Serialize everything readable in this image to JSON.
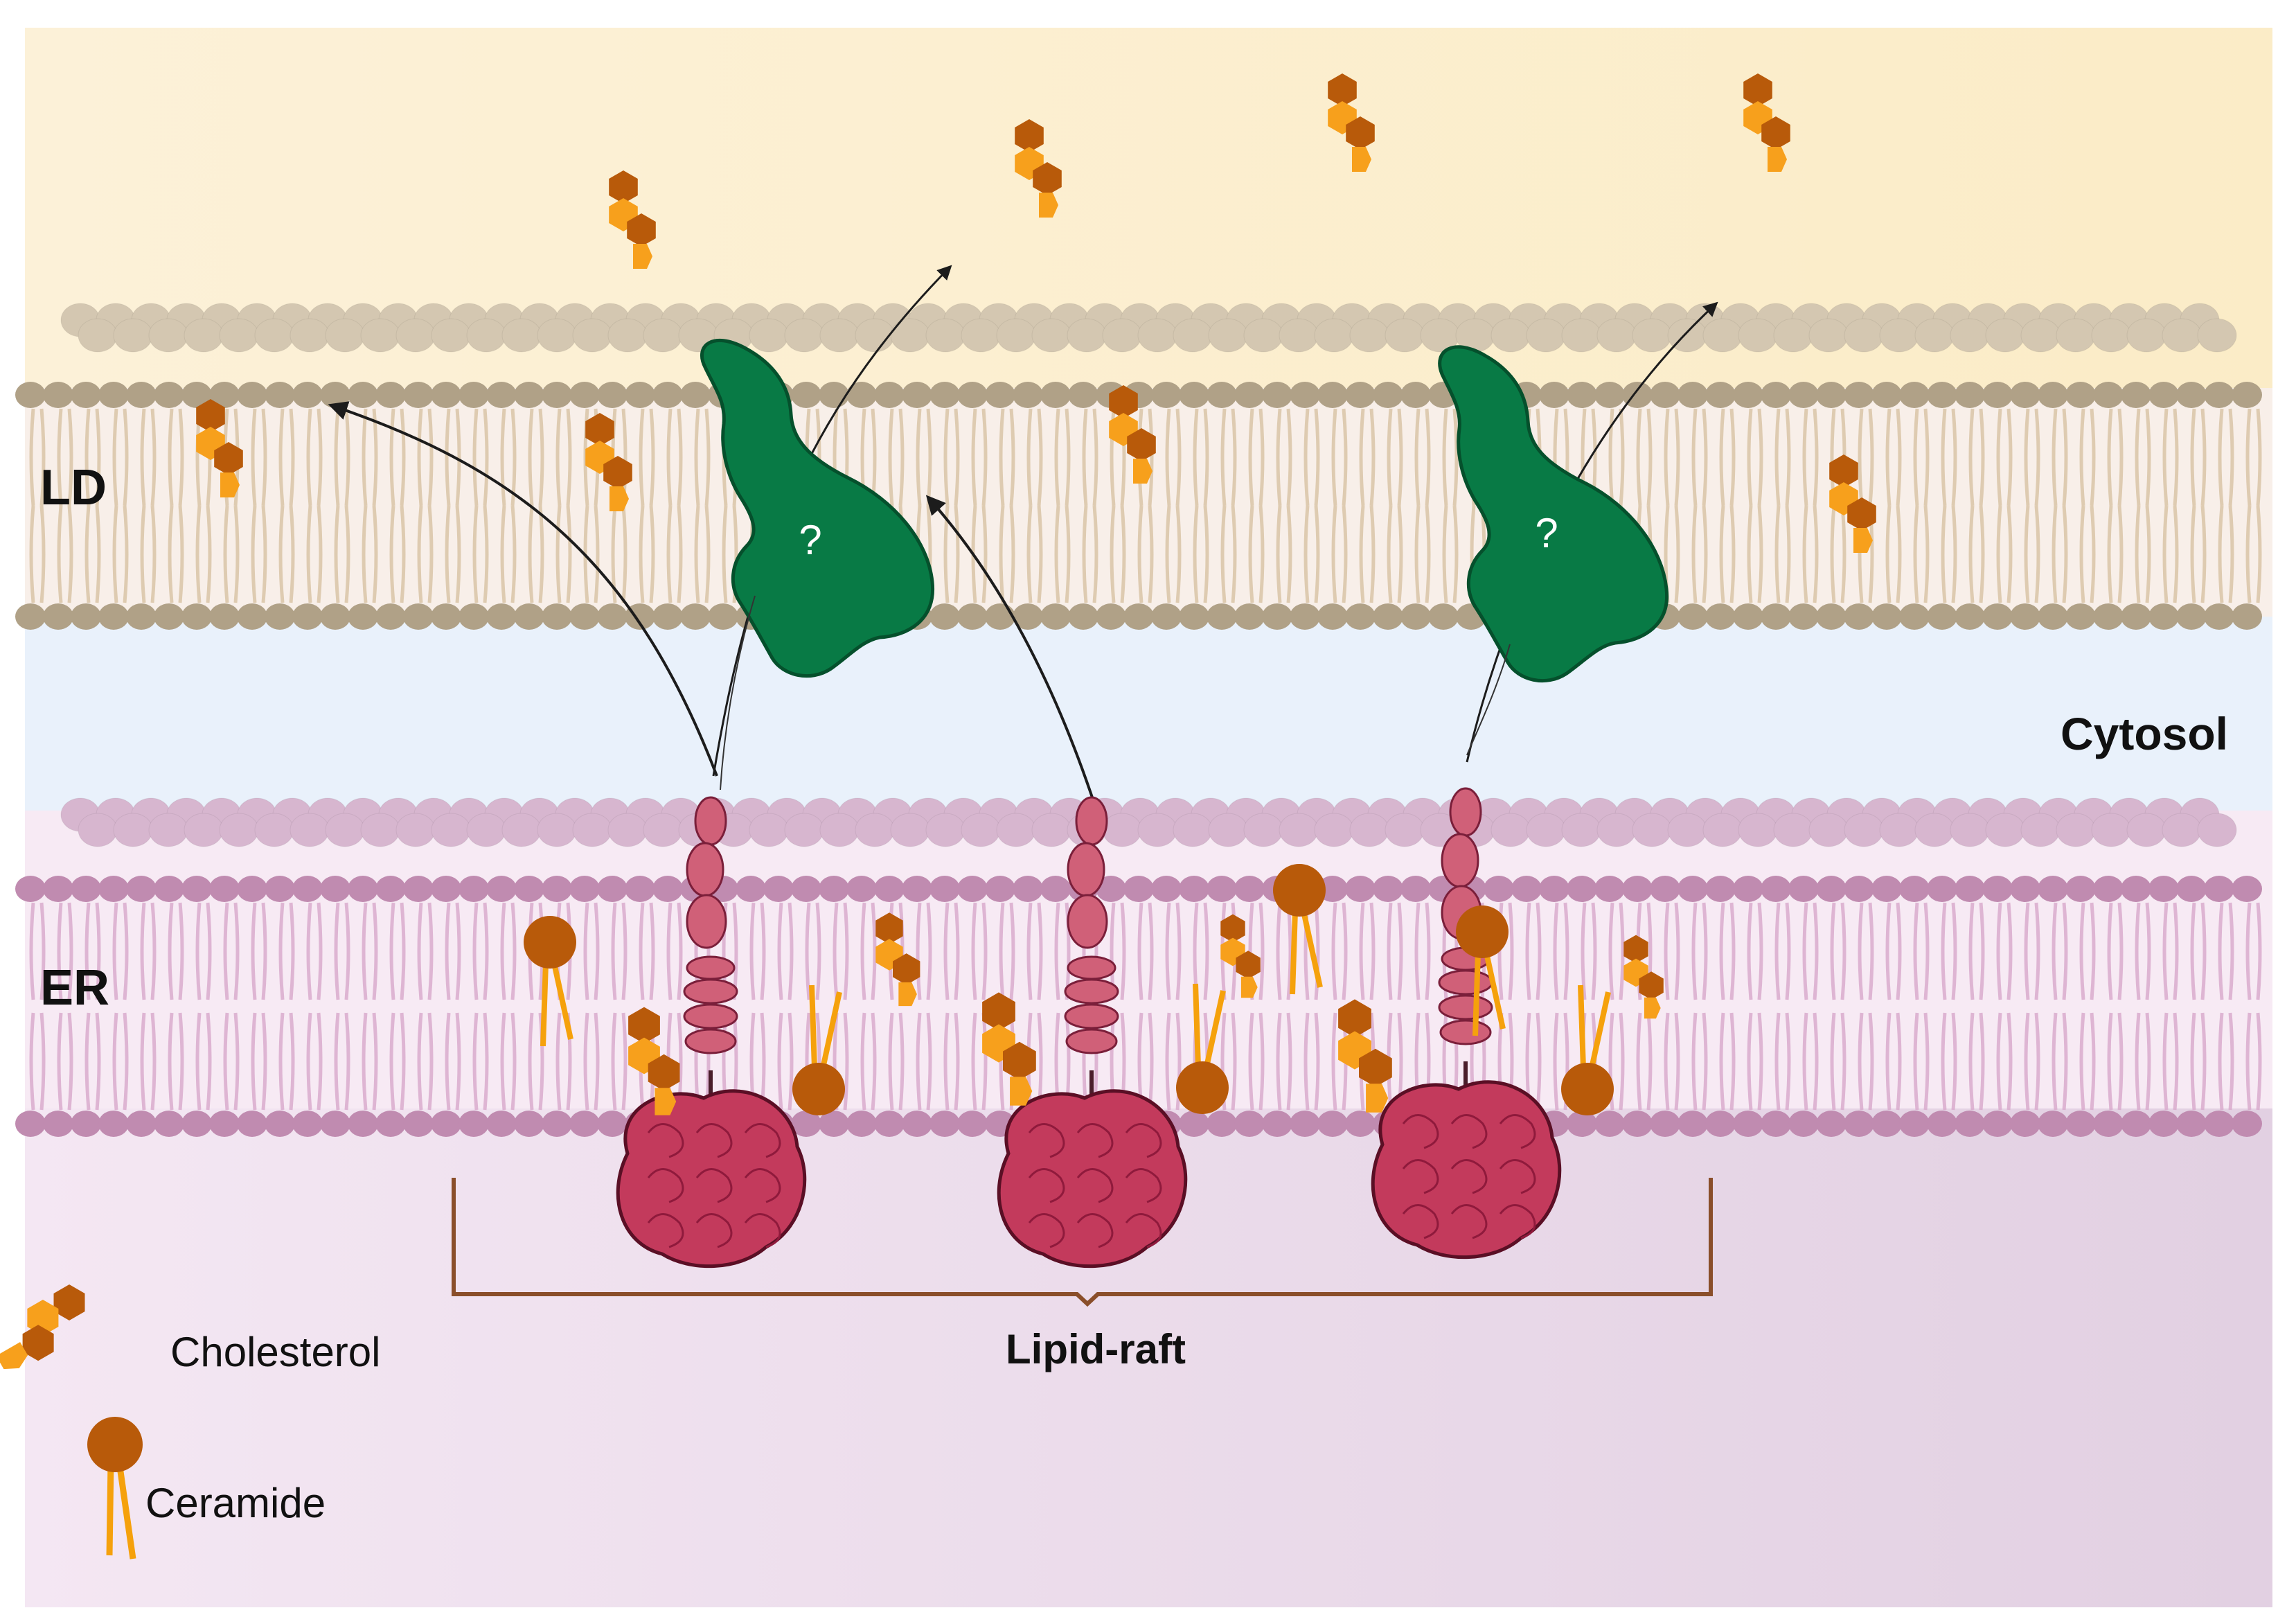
{
  "labels": {
    "ld": "LD",
    "er": "ER",
    "cytosol": "Cytosol",
    "lipid_raft": "Lipid-raft",
    "unknown_protein": "?"
  },
  "legend": {
    "items": [
      {
        "label": "Cholesterol",
        "icon": "cholesterol-icon"
      },
      {
        "label": "Ceramide",
        "icon": "ceramide-icon"
      }
    ]
  },
  "colors": {
    "ld_background": "#fcefcf",
    "cytosol_background": "#e9f1fb",
    "er_lumen_background": "#eadcec",
    "ld_head": "#b0a187",
    "ld_head_back": "#d4c7b1",
    "er_head": "#c08bb0",
    "er_head_back": "#d7b6cf",
    "unknown_protein": "#087a45",
    "receptor_body": "#c33a5c",
    "receptor_chain": "#d06078",
    "cholesterol_dark": "#b85a0a",
    "cholesterol_light": "#f7a01c",
    "ceramide_head": "#b85a0a",
    "ceramide_tail": "#f5a10c",
    "bracket": "#8a4e2a",
    "arrow": "#1c1c1c"
  }
}
